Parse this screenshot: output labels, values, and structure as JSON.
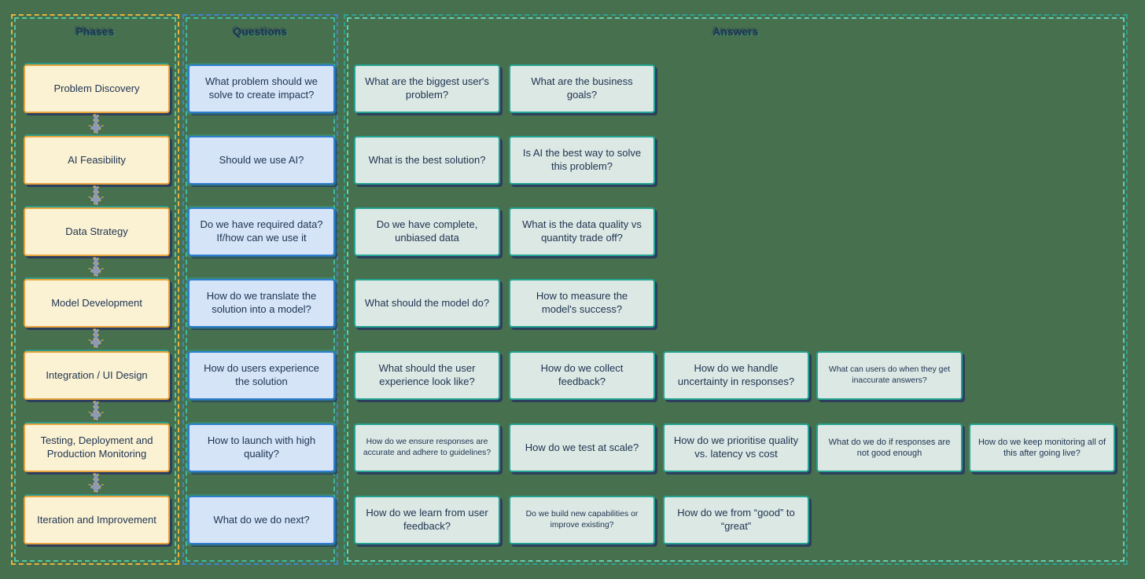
{
  "columns": {
    "phases": {
      "label": "Phases"
    },
    "questions": {
      "label": "Questions"
    },
    "answers": {
      "label": "Answers"
    }
  },
  "rows": [
    {
      "phase": "Problem Discovery",
      "question": "What problem should we solve to create impact?",
      "answers": [
        {
          "text": "What are the biggest user's problem?"
        },
        {
          "text": "What are the business goals?"
        }
      ]
    },
    {
      "phase": "AI Feasibility",
      "question": "Should we use AI?",
      "answers": [
        {
          "text": "What is the best solution?"
        },
        {
          "text": "Is AI the best way to solve this problem?"
        }
      ]
    },
    {
      "phase": "Data Strategy",
      "question": "Do we have required data? If/how can we use it",
      "answers": [
        {
          "text": "Do we have complete, unbiased data"
        },
        {
          "text": "What is the data quality vs quantity trade off?"
        }
      ]
    },
    {
      "phase": "Model Development",
      "question": "How do we translate the solution into a model?",
      "answers": [
        {
          "text": "What should the model do?"
        },
        {
          "text": "How to measure the model's success?"
        }
      ]
    },
    {
      "phase": "Integration / UI Design",
      "question": "How do users experience the solution",
      "answers": [
        {
          "text": "What should the user experience look like?"
        },
        {
          "text": "How do we collect feedback?"
        },
        {
          "text": "How do we handle uncertainty in responses?"
        },
        {
          "text": "What can users do when they get inaccurate answers?"
        }
      ]
    },
    {
      "phase": "Testing, Deployment and Production Monitoring",
      "question": "How to launch with high quality?",
      "answers": [
        {
          "text": "How do we ensure responses are accurate and adhere to guidelines?"
        },
        {
          "text": "How do we test at scale?"
        },
        {
          "text": "How do we prioritise quality vs. latency vs cost"
        },
        {
          "text": "What do we do if responses are not good enough"
        },
        {
          "text": "How do we keep monitoring all of this after going live?"
        }
      ]
    },
    {
      "phase": "Iteration and Improvement",
      "question": "What do we do next?",
      "answers": [
        {
          "text": "How do we learn from user feedback?"
        },
        {
          "text": "Do we build new capabilities or improve existing?"
        },
        {
          "text": "How do we from “good” to “great”"
        }
      ]
    }
  ],
  "colors": {
    "background": "#47704E",
    "phase_fill": "#FBF2D4",
    "phase_border": "#E8A43C",
    "question_fill": "#D5E4F7",
    "question_border": "#2F7FD0",
    "answer_fill": "#DCE8E4",
    "answer_border": "#23A390",
    "text": "#1D3350",
    "shadow_navy": "#2A3560",
    "accent_teal": "#2A9D8F",
    "accent_yellow": "#E6B33D",
    "accent_blue": "#3E86D1",
    "arrow_fill": "#8A9BB2"
  }
}
